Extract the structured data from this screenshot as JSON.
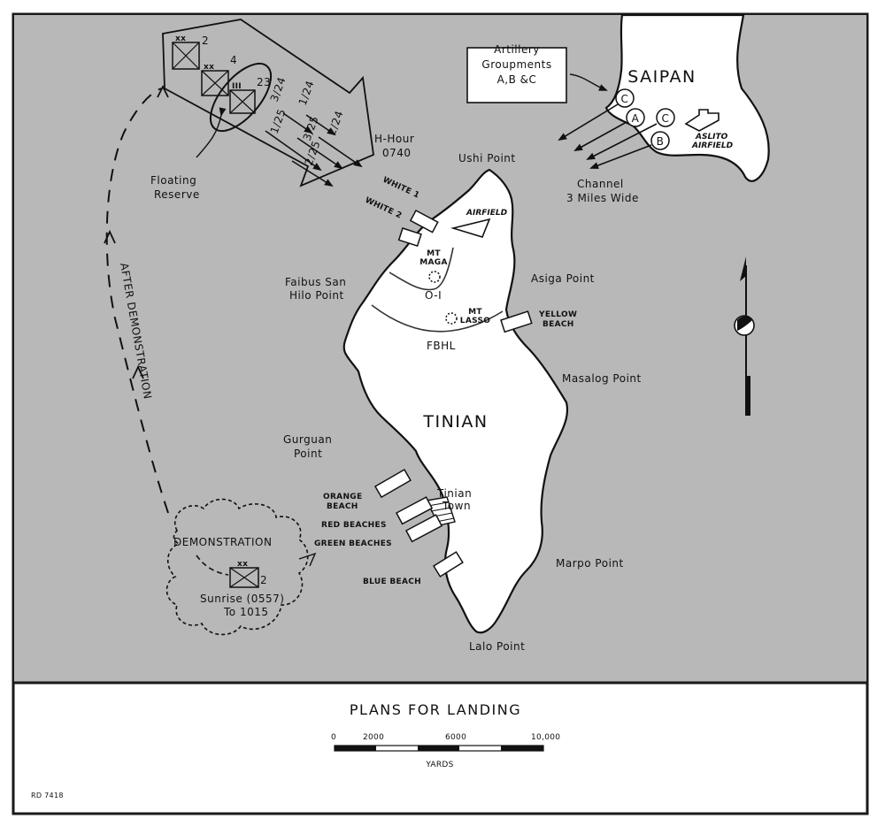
{
  "map": {
    "colors": {
      "sea": "#b8b8b8",
      "land": "#ffffff",
      "ink": "#111111",
      "frame": "#1a1a1a"
    },
    "islands": {
      "saipan": "SAIPAN",
      "tinian": "TINIAN"
    },
    "points": {
      "ushi": "Ushi Point",
      "faibus_1": "Faibus San",
      "faibus_2": "Hilo Point",
      "asiga": "Asiga Point",
      "masalog": "Masalog Point",
      "gurguan_1": "Gurguan",
      "gurguan_2": "Point",
      "marpo": "Marpo Point",
      "lalo": "Lalo Point"
    },
    "beaches": {
      "white1": "WHITE 1",
      "white2": "WHITE 2",
      "yellow_1": "YELLOW",
      "yellow_2": "BEACH",
      "orange_1": "ORANGE",
      "orange_2": "BEACH",
      "red": "RED BEACHES",
      "green": "GREEN BEACHES",
      "blue": "BLUE BEACH"
    },
    "features": {
      "airfield": "AIRFIELD",
      "mt_maga_1": "MT",
      "mt_maga_2": "MAGA",
      "mt_lasso_1": "MT",
      "mt_lasso_2": "LASSO",
      "o1": "O-I",
      "fbhl": "FBHL",
      "tinian_town_1": "Tinian",
      "tinian_town_2": "Town",
      "aslito_1": "ASLITO",
      "aslito_2": "AIRFIELD"
    },
    "artillery": {
      "line1": "Artillery",
      "line2": "Groupments",
      "line3": "A,B &C",
      "groups": [
        "C",
        "A",
        "C",
        "B"
      ]
    },
    "channel": {
      "line1": "Channel",
      "line2": "3 Miles Wide"
    },
    "assault": {
      "h_hour_1": "H-Hour",
      "h_hour_2": "0740",
      "units": [
        "3/24",
        "1/24",
        "1/25",
        "3/25",
        "2/24",
        "2/25"
      ],
      "div_2": "2",
      "div_4": "4",
      "reg_23": "23",
      "floating_reserve_1": "Floating",
      "floating_reserve_2": "Reserve"
    },
    "demonstration": {
      "title": "DEMONSTRATION",
      "div": "2",
      "time_1": "Sunrise (0557)",
      "time_2": "To 1015",
      "after": "AFTER DEMONSTRATION"
    }
  },
  "legend": {
    "title": "PLANS FOR LANDING",
    "scale_ticks": [
      "0",
      "2000",
      "6000",
      "10,000"
    ],
    "scale_unit": "YARDS",
    "ref": "RD 7418"
  }
}
